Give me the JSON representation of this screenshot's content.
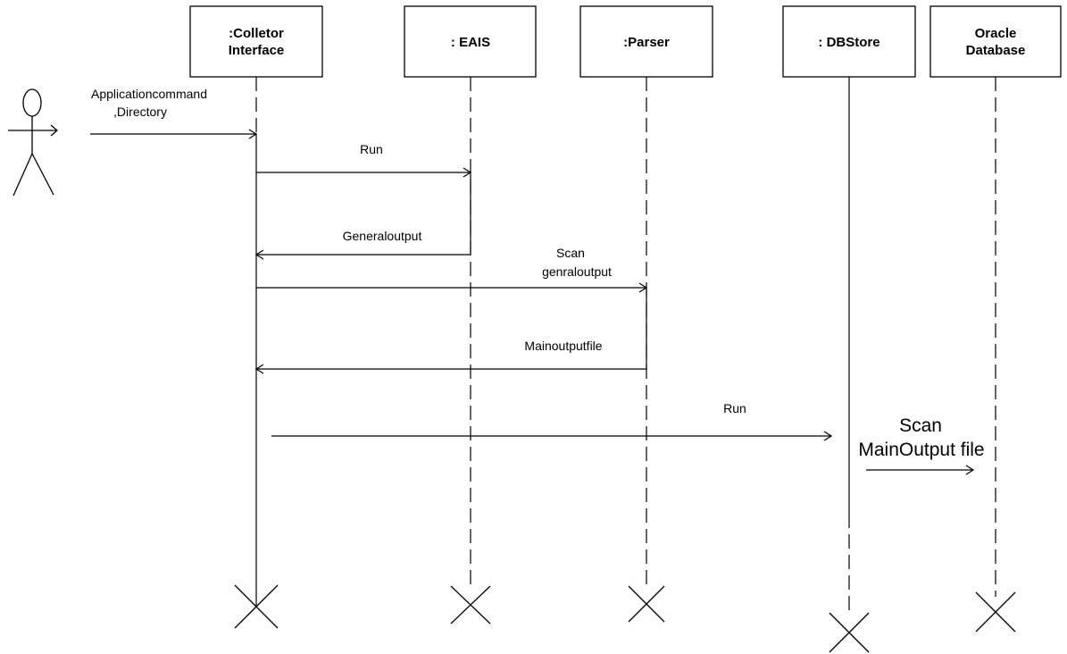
{
  "participants": [
    {
      "id": "collector",
      "lines": [
        ":Colletor",
        "Interface"
      ]
    },
    {
      "id": "eais",
      "lines": [
        ": EAIS"
      ]
    },
    {
      "id": "parser",
      "lines": [
        ":Parser"
      ]
    },
    {
      "id": "dbstore",
      "lines": [
        ": DBStore"
      ]
    },
    {
      "id": "oracle",
      "lines": [
        "Oracle",
        "Database"
      ]
    }
  ],
  "messages": [
    {
      "id": "application-command",
      "lines": [
        "Applicationcommand",
        ",Directory"
      ]
    },
    {
      "id": "run-eais",
      "lines": [
        "Run"
      ]
    },
    {
      "id": "general-output",
      "lines": [
        "Generaloutput"
      ]
    },
    {
      "id": "scan-general-output",
      "lines": [
        "Scan",
        "genraloutput"
      ]
    },
    {
      "id": "main-output-file",
      "lines": [
        "Mainoutputfile"
      ]
    },
    {
      "id": "run-dbstore",
      "lines": [
        "Run"
      ]
    },
    {
      "id": "scan-main-output",
      "lines": [
        "Scan",
        "MainOutput file"
      ]
    }
  ]
}
